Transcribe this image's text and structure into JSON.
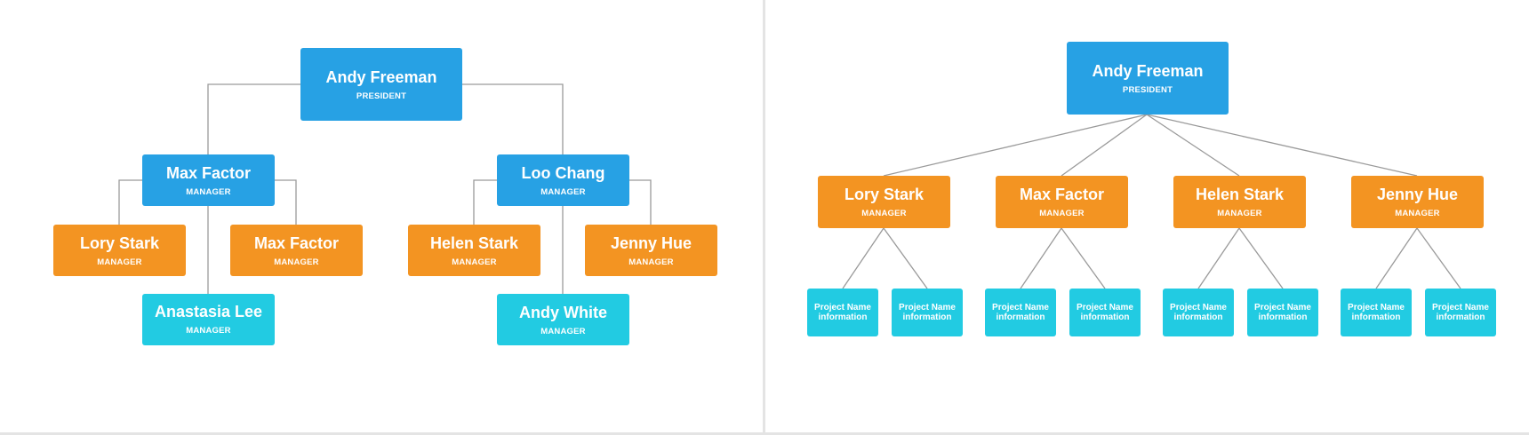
{
  "colors": {
    "president": "#27a1e4",
    "manager_upper": "#27a1e4",
    "manager_lower": "#f39422",
    "leaf": "#22cbe2",
    "connector": "#9a9a9a"
  },
  "left_chart": {
    "president": {
      "name": "Andy Freeman",
      "role": "PRESIDENT"
    },
    "managers": [
      {
        "name": "Max Factor",
        "role": "MANAGER"
      },
      {
        "name": "Loo Chang",
        "role": "MANAGER"
      }
    ],
    "subordinates": [
      {
        "name": "Lory Stark",
        "role": "MANAGER"
      },
      {
        "name": "Max Factor",
        "role": "MANAGER"
      },
      {
        "name": "Anastasia Lee",
        "role": "MANAGER"
      },
      {
        "name": "Helen Stark",
        "role": "MANAGER"
      },
      {
        "name": "Jenny Hue",
        "role": "MANAGER"
      },
      {
        "name": "Andy White",
        "role": "MANAGER"
      }
    ]
  },
  "right_chart": {
    "president": {
      "name": "Andy Freeman",
      "role": "PRESIDENT"
    },
    "managers": [
      {
        "name": "Lory Stark",
        "role": "MANAGER"
      },
      {
        "name": "Max Factor",
        "role": "MANAGER"
      },
      {
        "name": "Helen Stark",
        "role": "MANAGER"
      },
      {
        "name": "Jenny Hue",
        "role": "MANAGER"
      }
    ],
    "projects": [
      "Project Name information",
      "Project Name information",
      "Project Name information",
      "Project Name information",
      "Project Name information",
      "Project Name information",
      "Project Name information",
      "Project Name information"
    ]
  }
}
